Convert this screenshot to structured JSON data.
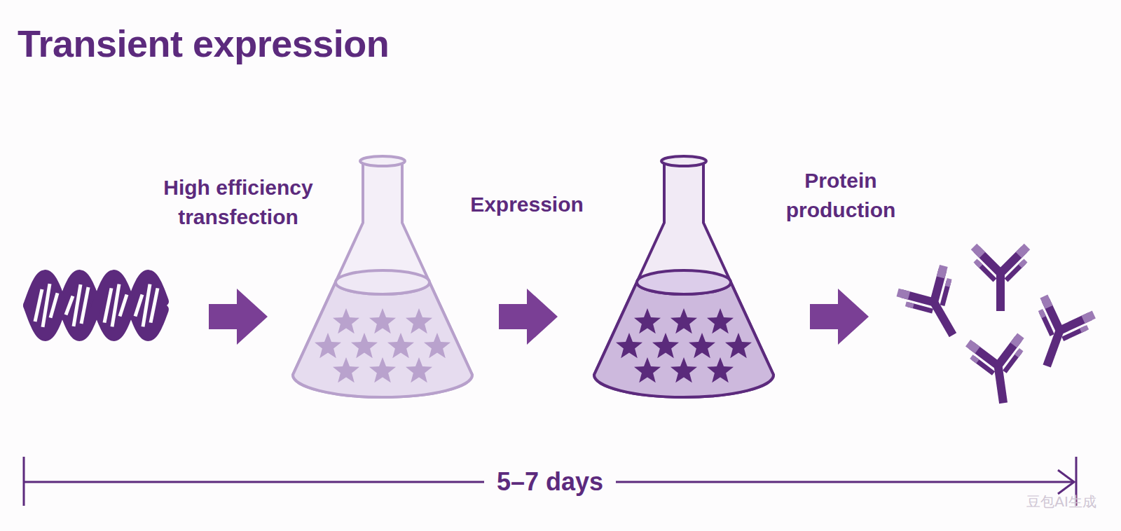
{
  "diagram": {
    "title": "Transient expression",
    "labels": [
      "High efficiency transfection",
      "Expression",
      "Protein production",
      "5–7 days",
      "豆包AI生成"
    ]
  }
}
